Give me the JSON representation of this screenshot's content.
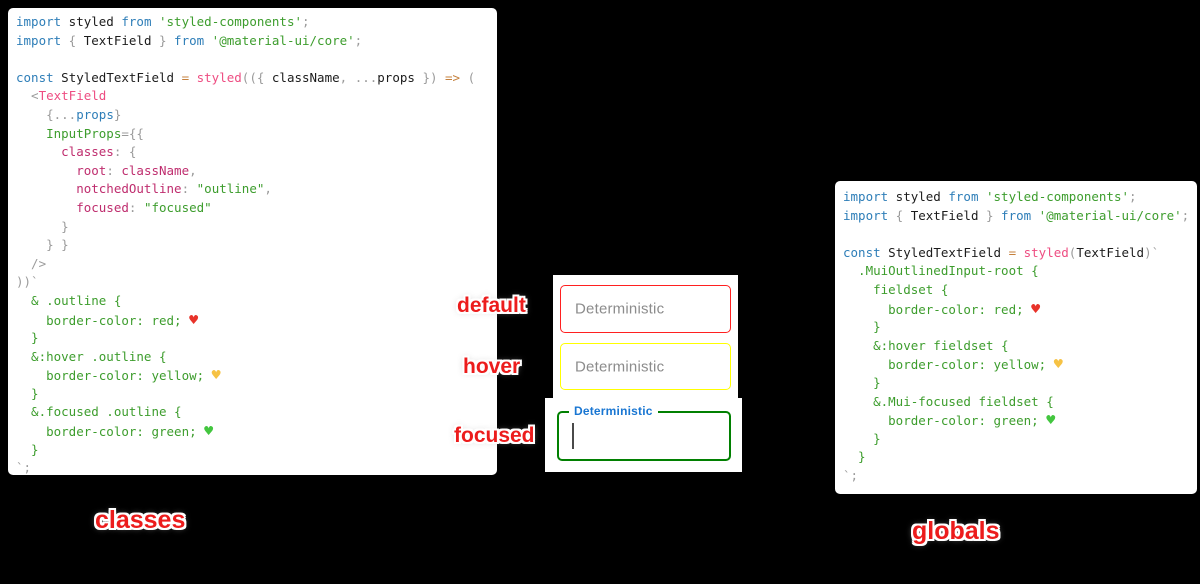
{
  "captions": {
    "classes": "classes",
    "globals": "globals"
  },
  "annotations": {
    "default": "default",
    "hover": "hover",
    "focused": "focused"
  },
  "textfields": {
    "default": {
      "label": "Deterministic",
      "border_color": "#ff0000",
      "label_color": "#8c8c8c"
    },
    "hover": {
      "label": "Deterministic",
      "border_color": "#ffff00",
      "label_color": "#8c8c8c"
    },
    "focused": {
      "label": "Deterministic",
      "border_color": "#008000",
      "label_color": "#1976d2",
      "caret": true
    }
  },
  "syntax_colors": {
    "keyword": "#2e7eb8",
    "identifier": "#1c1c1c",
    "string": "#3d9d2d",
    "member": "#bf2d6e",
    "function": "#ee4d82",
    "operator": "#c5803c",
    "punctuation": "#9b9b9b",
    "css_literal": "#3d9d2d",
    "heart_red": "#e8332a",
    "heart_yellow": "#f6c244",
    "heart_green": "#43c63f"
  },
  "code_left": {
    "lines": [
      [
        [
          "k",
          "import"
        ],
        [
          "d",
          " styled "
        ],
        [
          "k",
          "from"
        ],
        [
          "s",
          " 'styled-components'"
        ],
        [
          "p",
          ";"
        ]
      ],
      [
        [
          "k",
          "import"
        ],
        [
          "p",
          " { "
        ],
        [
          "d",
          "TextField"
        ],
        [
          "p",
          " } "
        ],
        [
          "k",
          "from"
        ],
        [
          "s",
          " '@material-ui/core'"
        ],
        [
          "p",
          ";"
        ]
      ],
      [],
      [
        [
          "k",
          "const"
        ],
        [
          "d",
          " StyledTextField "
        ],
        [
          "o",
          "="
        ],
        [
          "f",
          " styled"
        ],
        [
          "p",
          "(({ "
        ],
        [
          "d",
          "className"
        ],
        [
          "p",
          ", ..."
        ],
        [
          "d",
          "props"
        ],
        [
          "p",
          " }) "
        ],
        [
          "o",
          "=>"
        ],
        [
          "p",
          " ("
        ]
      ],
      [
        [
          "p",
          "  <"
        ],
        [
          "f",
          "TextField"
        ]
      ],
      [
        [
          "p",
          "    {..."
        ],
        [
          "k",
          "props"
        ],
        [
          "p",
          "}"
        ]
      ],
      [
        [
          "j",
          "    InputProps"
        ],
        [
          "p",
          "={{"
        ]
      ],
      [
        [
          "m",
          "      classes"
        ],
        [
          "p",
          ": {"
        ]
      ],
      [
        [
          "m",
          "        root"
        ],
        [
          "p",
          ": "
        ],
        [
          "m",
          "className"
        ],
        [
          "p",
          ","
        ]
      ],
      [
        [
          "m",
          "        notchedOutline"
        ],
        [
          "p",
          ": "
        ],
        [
          "s",
          "\"outline\""
        ],
        [
          "p",
          ","
        ]
      ],
      [
        [
          "m",
          "        focused"
        ],
        [
          "p",
          ": "
        ],
        [
          "s",
          "\"focused\""
        ]
      ],
      [
        [
          "p",
          "      }"
        ]
      ],
      [
        [
          "p",
          "    } }"
        ]
      ],
      [
        [
          "p",
          "  />"
        ]
      ],
      [
        [
          "p",
          "))`"
        ]
      ],
      [
        [
          "c",
          "  & .outline {"
        ]
      ],
      [
        [
          "c",
          "    border-color: red; "
        ],
        [
          "hr",
          "♥"
        ]
      ],
      [
        [
          "c",
          "  }"
        ]
      ],
      [
        [
          "c",
          "  &:hover .outline {"
        ]
      ],
      [
        [
          "c",
          "    border-color: yellow; "
        ],
        [
          "hy",
          "♥"
        ]
      ],
      [
        [
          "c",
          "  }"
        ]
      ],
      [
        [
          "c",
          "  &.focused .outline {"
        ]
      ],
      [
        [
          "c",
          "    border-color: green; "
        ],
        [
          "hg",
          "♥"
        ]
      ],
      [
        [
          "c",
          "  }"
        ]
      ],
      [
        [
          "p",
          "`;"
        ]
      ]
    ]
  },
  "code_right": {
    "lines": [
      [
        [
          "k",
          "import"
        ],
        [
          "d",
          " styled "
        ],
        [
          "k",
          "from"
        ],
        [
          "s",
          " 'styled-components'"
        ],
        [
          "p",
          ";"
        ]
      ],
      [
        [
          "k",
          "import"
        ],
        [
          "p",
          " { "
        ],
        [
          "d",
          "TextField"
        ],
        [
          "p",
          " } "
        ],
        [
          "k",
          "from"
        ],
        [
          "s",
          " '@material-ui/core'"
        ],
        [
          "p",
          ";"
        ]
      ],
      [],
      [
        [
          "k",
          "const"
        ],
        [
          "d",
          " StyledTextField "
        ],
        [
          "o",
          "="
        ],
        [
          "f",
          " styled"
        ],
        [
          "p",
          "("
        ],
        [
          "d",
          "TextField"
        ],
        [
          "p",
          ")`"
        ]
      ],
      [
        [
          "c",
          "  .MuiOutlinedInput-root {"
        ]
      ],
      [
        [
          "c",
          "    fieldset {"
        ]
      ],
      [
        [
          "c",
          "      border-color: red; "
        ],
        [
          "hr",
          "♥"
        ]
      ],
      [
        [
          "c",
          "    }"
        ]
      ],
      [
        [
          "c",
          "    &:hover fieldset {"
        ]
      ],
      [
        [
          "c",
          "      border-color: yellow; "
        ],
        [
          "hy",
          "♥"
        ]
      ],
      [
        [
          "c",
          "    }"
        ]
      ],
      [
        [
          "c",
          "    &.Mui-focused fieldset {"
        ]
      ],
      [
        [
          "c",
          "      border-color: green; "
        ],
        [
          "hg",
          "♥"
        ]
      ],
      [
        [
          "c",
          "    }"
        ]
      ],
      [
        [
          "c",
          "  }"
        ]
      ],
      [
        [
          "p",
          "`;"
        ]
      ]
    ]
  }
}
